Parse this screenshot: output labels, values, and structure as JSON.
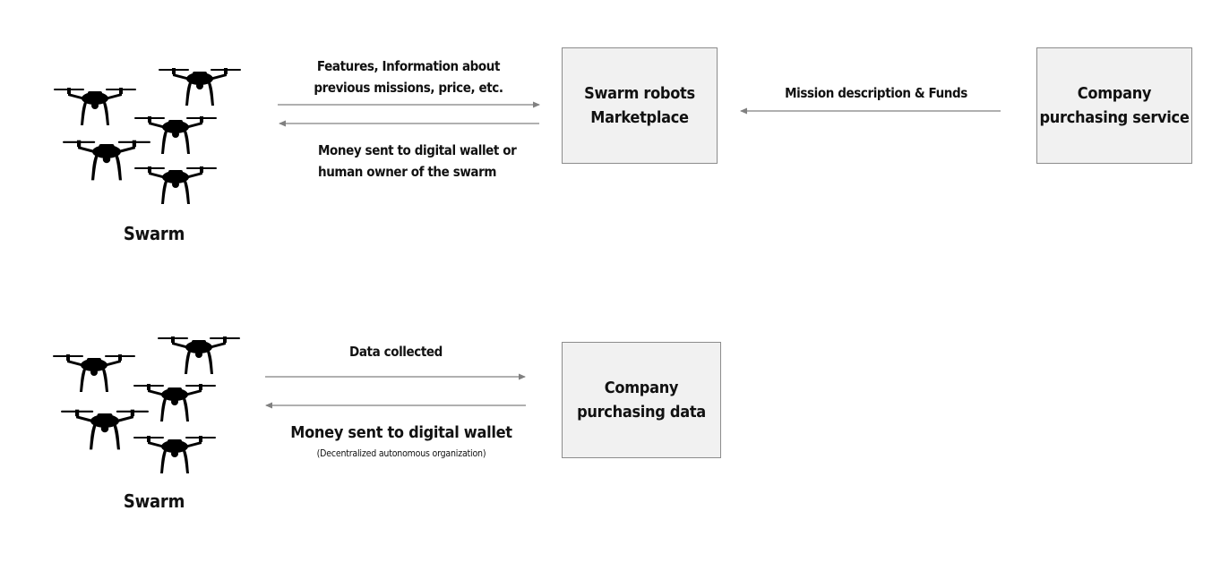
{
  "colors": {
    "box_fill": "#f1f1f1",
    "box_border": "#8c8c8c",
    "arrow": "#808080",
    "drone": "#000000",
    "text": "#111111"
  },
  "top_section": {
    "swarm_icon": "drone-swarm-icon",
    "swarm_label": "Swarm",
    "marketplace_box": "Swarm robots\nMarketplace",
    "company_service_box": "Company\npurchasing service",
    "label_features": "Features, Information about\nprevious missions, price, etc.",
    "label_money": "Money sent to digital wallet or\nhuman owner of the swarm",
    "label_mission": "Mission description & Funds"
  },
  "bottom_section": {
    "swarm_icon": "drone-swarm-icon",
    "swarm_label": "Swarm",
    "company_data_box": "Company\npurchasing data",
    "label_data": "Data collected",
    "label_money": "Money sent to digital wallet",
    "label_money_sub": "(Decentralized autonomous organization)"
  }
}
